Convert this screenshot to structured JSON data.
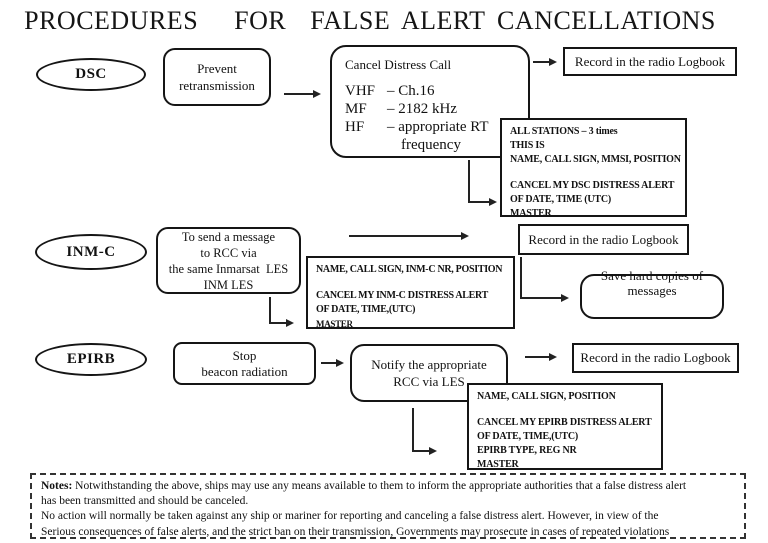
{
  "title": "PROCEDURES   FOR  FALSE ALERT CANCELLATIONS",
  "rows": {
    "dsc": {
      "label": "DSC",
      "prevent": {
        "lines": [
          "Prevent",
          "retransmission"
        ]
      },
      "cancel": {
        "heading": "Cancel Distress Call",
        "freqs": [
          {
            "band": "VHF",
            "value": "– Ch.16"
          },
          {
            "band": "MF",
            "value": "– 2182 kHz"
          },
          {
            "band": "HF",
            "value": "– appropriate RT"
          },
          {
            "band": "",
            "value": "frequency"
          }
        ]
      },
      "record": "Record in the radio Logbook",
      "message": {
        "lines": [
          "ALL STATIONS – 3 times",
          "THIS IS",
          "NAME, CALL SIGN, MMSI, POSITION",
          "CANCEL MY DSC DISTRESS ALERT",
          "OF DATE, TIME (UTC)",
          "MASTER"
        ]
      }
    },
    "inmc": {
      "label": "INM-C",
      "send": {
        "lines": [
          "To send a message",
          "to RCC via",
          "the same Inmarsat  LES",
          "INM LES"
        ]
      },
      "record": "Record in the radio Logbook",
      "message": {
        "lines": [
          "NAME, CALL SIGN, INM-C NR, POSITION",
          "CANCEL MY INM-C DISTRESS ALERT",
          "OF DATE, TIME,(UTC)",
          "MASTER"
        ]
      },
      "save": {
        "lines": [
          "Save hard copies of",
          "messages"
        ]
      }
    },
    "epirb": {
      "label": "EPIRB",
      "stop": {
        "lines": [
          "Stop",
          "beacon radiation"
        ]
      },
      "notify": {
        "lines": [
          "Notify the appropriate",
          "RCC via LES"
        ]
      },
      "record": "Record in the radio Logbook",
      "message": {
        "lines": [
          "NAME, CALL SIGN, POSITION",
          "CANCEL MY EPIRB DISTRESS ALERT",
          "OF DATE, TIME,(UTC)",
          "EPIRB TYPE, REG NR",
          "MASTER"
        ]
      }
    }
  },
  "notes": {
    "label": "Notes:",
    "lines": [
      "Notwithstanding the above, ships may use any means available to them to inform the appropriate authorities that a false distress alert",
      "has  been  transmitted and should be canceled.",
      "No action will normally be taken against any ship or mariner for reporting and canceling a false distress alert. However, in view of the",
      "Serious consequences  of  false  alerts, and  the strict ban on their transmission, Governments may prosecute  in cases of repeated violations"
    ]
  }
}
